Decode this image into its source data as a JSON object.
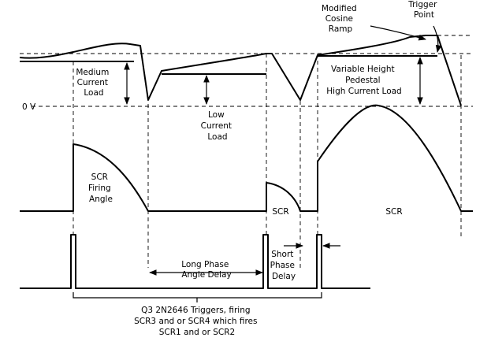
{
  "labels": {
    "modified_cosine_ramp": [
      "Modified",
      "Cosine",
      "Ramp"
    ],
    "trigger_point": [
      "Trigger",
      "Point"
    ],
    "medium_current_load": [
      "Medium",
      "Current",
      "Load"
    ],
    "zero_volt": "0 V",
    "variable_height_pedestal": [
      "Variable Height",
      "Pedestal",
      "High Current Load"
    ],
    "low_current_load": [
      "Low",
      "Current",
      "Load"
    ],
    "scr_firing_angle": [
      "SCR",
      "Firing",
      "Angle"
    ],
    "scr_mid": "SCR",
    "scr_right": "SCR",
    "long_phase_angle_delay": [
      "Long Phase",
      "Angle Delay"
    ],
    "short_phase_delay": [
      "Short",
      "Phase",
      "Delay"
    ],
    "q3_triggers_caption": [
      "Q3 2N2646 Triggers, firing",
      "SCR3 and or SCR4 which fires",
      "SCR1 and or SCR2"
    ]
  },
  "colors": {
    "ink": "#000000",
    "background": "#ffffff"
  }
}
